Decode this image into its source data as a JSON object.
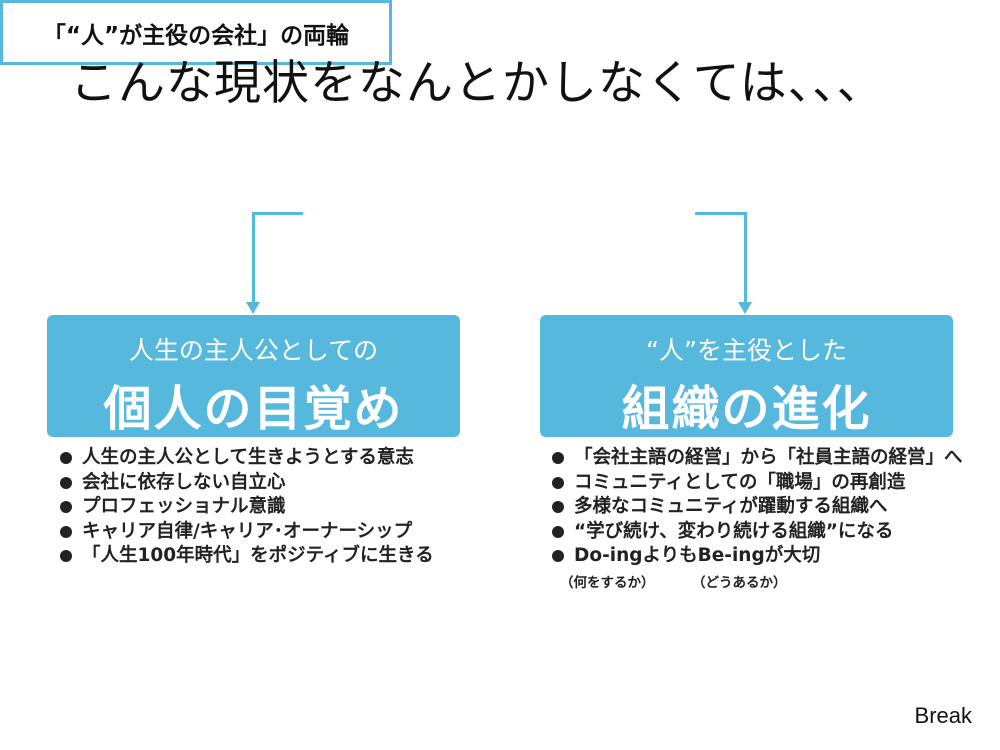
{
  "title": "こんな現状をなんとかしなくては、、、",
  "top_box": "「“人”が主役の会社」の両輪",
  "left": {
    "subtitle": "人生の主人公としての",
    "heading": "個人の目覚め",
    "bullets": [
      "人生の主人公として生きようとする意志",
      "会社に依存しない自立心",
      "プロフェッショナル意識",
      "キャリア自律/キャリア･オーナーシップ",
      "「人生100年時代」をポジティブに生きる"
    ]
  },
  "right": {
    "subtitle": "“人”を主役とした",
    "heading": "組織の進化",
    "bullets": [
      "「会社主語の経営」から「社員主語の経営」へ",
      "コミュニティとしての「職場」の再創造",
      "多様なコミュニティが躍動する組織へ",
      "“学び続け、変わり続ける組織”になる",
      "Do-ingよりもBe-ingが大切"
    ],
    "notes": [
      "（何をするか）",
      "（どうあるか）"
    ]
  },
  "footer": "Break",
  "colors": {
    "accent": "#56b8dc"
  }
}
